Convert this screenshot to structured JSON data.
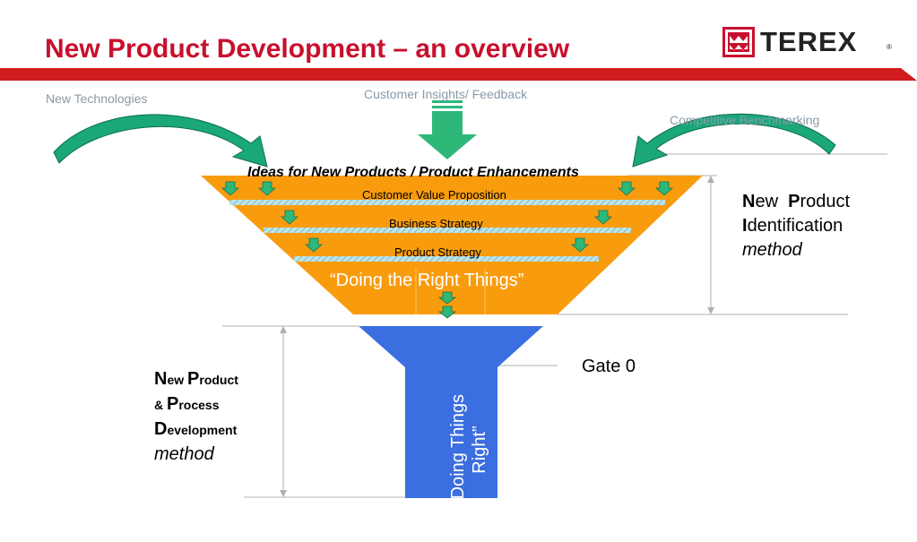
{
  "header": {
    "title": "New Product Development – an overview",
    "logo_text": "TEREX",
    "logo_reg": "®"
  },
  "inputs": {
    "new_technologies": "New Technologies",
    "customer_insights": "Customer Insights/ Feedback",
    "competitive_benchmarking": "Competitive Benchmarking"
  },
  "funnel": {
    "ideas": "Ideas for New Products / Product Enhancements",
    "customer_value": "Customer Value Proposition",
    "business_strategy": "Business Strategy",
    "product_strategy": "Product  Strategy",
    "right_things": "“Doing the Right Things”",
    "things_right_line1": "“Doing Things",
    "things_right_line2": "Right”"
  },
  "gate": {
    "label": "Gate 0"
  },
  "npi_method": {
    "n": "N",
    "ew": "ew  ",
    "p": "P",
    "roduct": "roduct",
    "i": "I",
    "dentification": "dentification",
    "method": "method"
  },
  "nppd_method": {
    "n": "N",
    "ew": "ew ",
    "p": "P",
    "roduct": "roduct",
    "amp": "& ",
    "p2": "P",
    "rocess": "rocess",
    "d": "D",
    "evelopment": "evelopment",
    "method": "method"
  },
  "colors": {
    "title_red": "#c8102e",
    "header_line": "#d01c1c",
    "funnel_orange": "#f89c0e",
    "funnel_blue": "#3b6ee0",
    "arrow_green": "#2db87a",
    "label_grey": "#8a9aa8"
  }
}
